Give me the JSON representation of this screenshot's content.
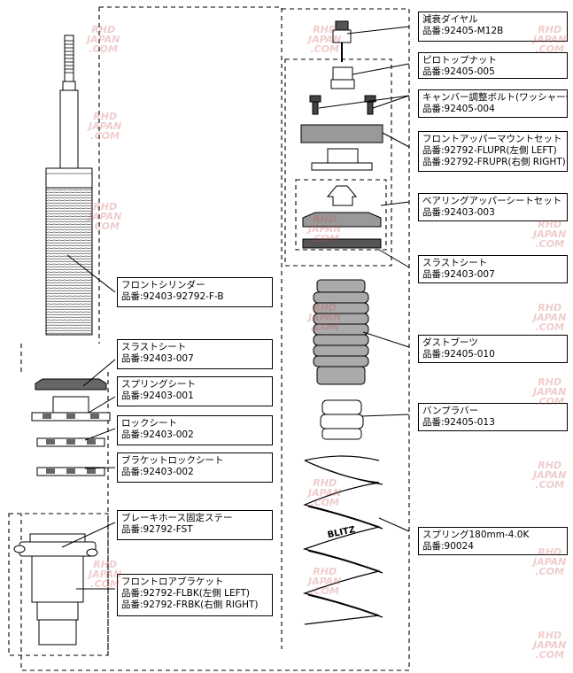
{
  "watermark": {
    "line1": "RHD",
    "line2": "JAPAN",
    "line3": ".COM"
  },
  "brand_logo": "BLITZ",
  "labels": [
    {
      "id": "damper-dial",
      "name": "減衰ダイヤル",
      "pn": "品番:92405-M12B"
    },
    {
      "id": "pillow-top-nut",
      "name": "ピロトップナット",
      "pn": "品番:92405-005"
    },
    {
      "id": "camber-bolt",
      "name": "キャンバー調整ボルト(ワッシャー付)",
      "pn": "品番:92405-004"
    },
    {
      "id": "upper-mount-set",
      "name": "フロントアッパーマウントセット",
      "pn": "品番:92792-FLUPR(左側 LEFT)",
      "pn2": "品番:92792-FRUPR(右側 RIGHT)"
    },
    {
      "id": "bearing-upper-seat-set",
      "name": "ベアリングアッパーシートセット",
      "pn": "品番:92403-003"
    },
    {
      "id": "thrust-seat-right",
      "name": "スラストシート",
      "pn": "品番:92403-007"
    },
    {
      "id": "dust-boot",
      "name": "ダストブーツ",
      "pn": "品番:92405-010"
    },
    {
      "id": "bump-rubber",
      "name": "バンプラバー",
      "pn": "品番:92405-013"
    },
    {
      "id": "spring",
      "name": "スプリング180mm-4.0K",
      "pn": "品番:90024"
    },
    {
      "id": "front-cylinder",
      "name": "フロントシリンダー",
      "pn": "品番:92403-92792-F-B"
    },
    {
      "id": "thrust-seat-left",
      "name": "スラストシート",
      "pn": "品番:92403-007"
    },
    {
      "id": "spring-seat",
      "name": "スプリングシート",
      "pn": "品番:92403-001"
    },
    {
      "id": "lock-seat",
      "name": "ロックシート",
      "pn": "品番:92403-002"
    },
    {
      "id": "bracket-lock-seat",
      "name": "ブラケットロックシート",
      "pn": "品番:92403-002"
    },
    {
      "id": "brake-hose-stay",
      "name": "ブレーキホース固定ステー",
      "pn": "品番:92792-FST"
    },
    {
      "id": "front-lower-bracket",
      "name": "フロントロアブラケット",
      "pn": "品番:92792-FLBK(左側 LEFT)",
      "pn2": "品番:92792-FRBK(右側 RIGHT)"
    }
  ]
}
